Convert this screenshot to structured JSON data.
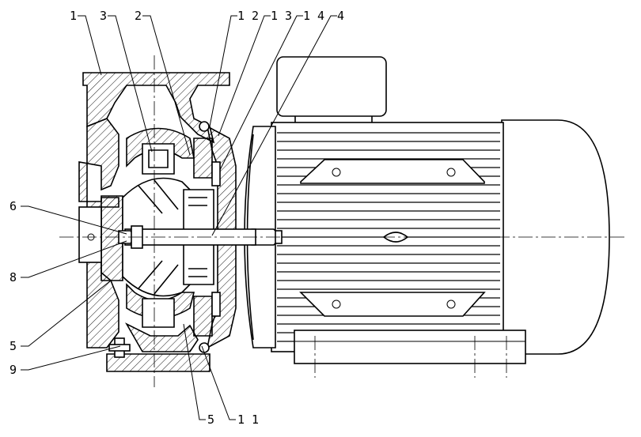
{
  "drawing": {
    "callouts": [
      {
        "id": "1",
        "text": "1"
      },
      {
        "id": "3",
        "text": "3"
      },
      {
        "id": "2",
        "text": "2"
      },
      {
        "id": "12",
        "text": "1 2"
      },
      {
        "id": "13",
        "text": "1 3"
      },
      {
        "id": "14",
        "text": "1 4"
      },
      {
        "id": "4",
        "text": "4"
      },
      {
        "id": "6",
        "text": "6"
      },
      {
        "id": "8",
        "text": "8"
      },
      {
        "id": "5a",
        "text": "5"
      },
      {
        "id": "9",
        "text": "9"
      },
      {
        "id": "5b",
        "text": "5"
      },
      {
        "id": "11",
        "text": "1 1"
      }
    ]
  }
}
